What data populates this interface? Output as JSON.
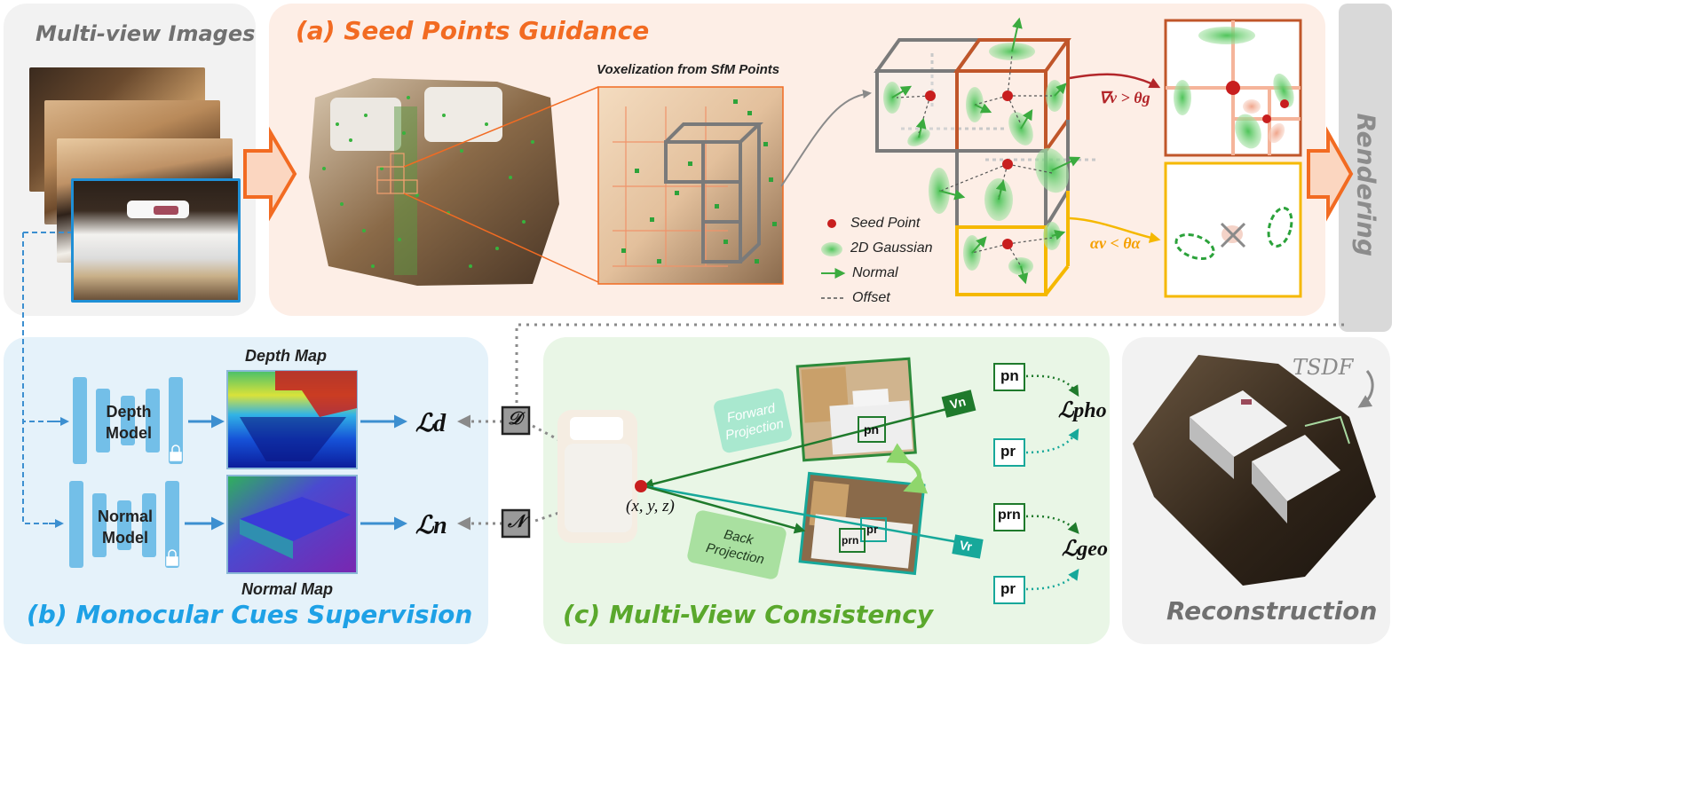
{
  "input_panel": {
    "title": "Multi-view Images"
  },
  "seed_panel": {
    "title": "(a)  Seed Points Guidance",
    "voxel_caption": "Voxelization from SfM Points",
    "legend": [
      {
        "label": "Seed Point",
        "icon": "red-dot"
      },
      {
        "label": "2D Gaussian",
        "icon": "green-ellipse"
      },
      {
        "label": "Normal",
        "icon": "green-arrow"
      },
      {
        "label": "Offset",
        "icon": "dashed-line"
      }
    ],
    "grow_condition": "∇v > θg",
    "prune_condition": "αv < θα"
  },
  "rendering_label": "Rendering",
  "mono_panel": {
    "title": "(b)  Monocular Cues Supervision",
    "depth_model": "Depth\nModel",
    "normal_model": "Normal\nModel",
    "depth_map_label": "Depth Map",
    "normal_map_label": "Normal Map",
    "loss_depth": "ℒd",
    "loss_normal": "ℒn",
    "depth_op": "𝒟",
    "normal_op": "𝒩"
  },
  "mvc_panel": {
    "title": "(c)  Multi-View Consistency",
    "point_label": "(x, y, z)",
    "forward": "Forward\nProjection",
    "back": "Back\nProjection",
    "view_n": "Vn",
    "view_r": "Vr",
    "pn": "pn",
    "pr": "pr",
    "prn": "prn",
    "loss_pho": "ℒpho",
    "loss_geo": "ℒgeo"
  },
  "recon_panel": {
    "title": "Reconstruction",
    "tsdf": "TSDF"
  },
  "colors": {
    "orange": "#f26b22",
    "blue_title": "#1ea1e6",
    "green_title": "#5aa82c",
    "gray_title": "#707070",
    "dark_red": "#c0282a",
    "yellow": "#f5b800"
  }
}
